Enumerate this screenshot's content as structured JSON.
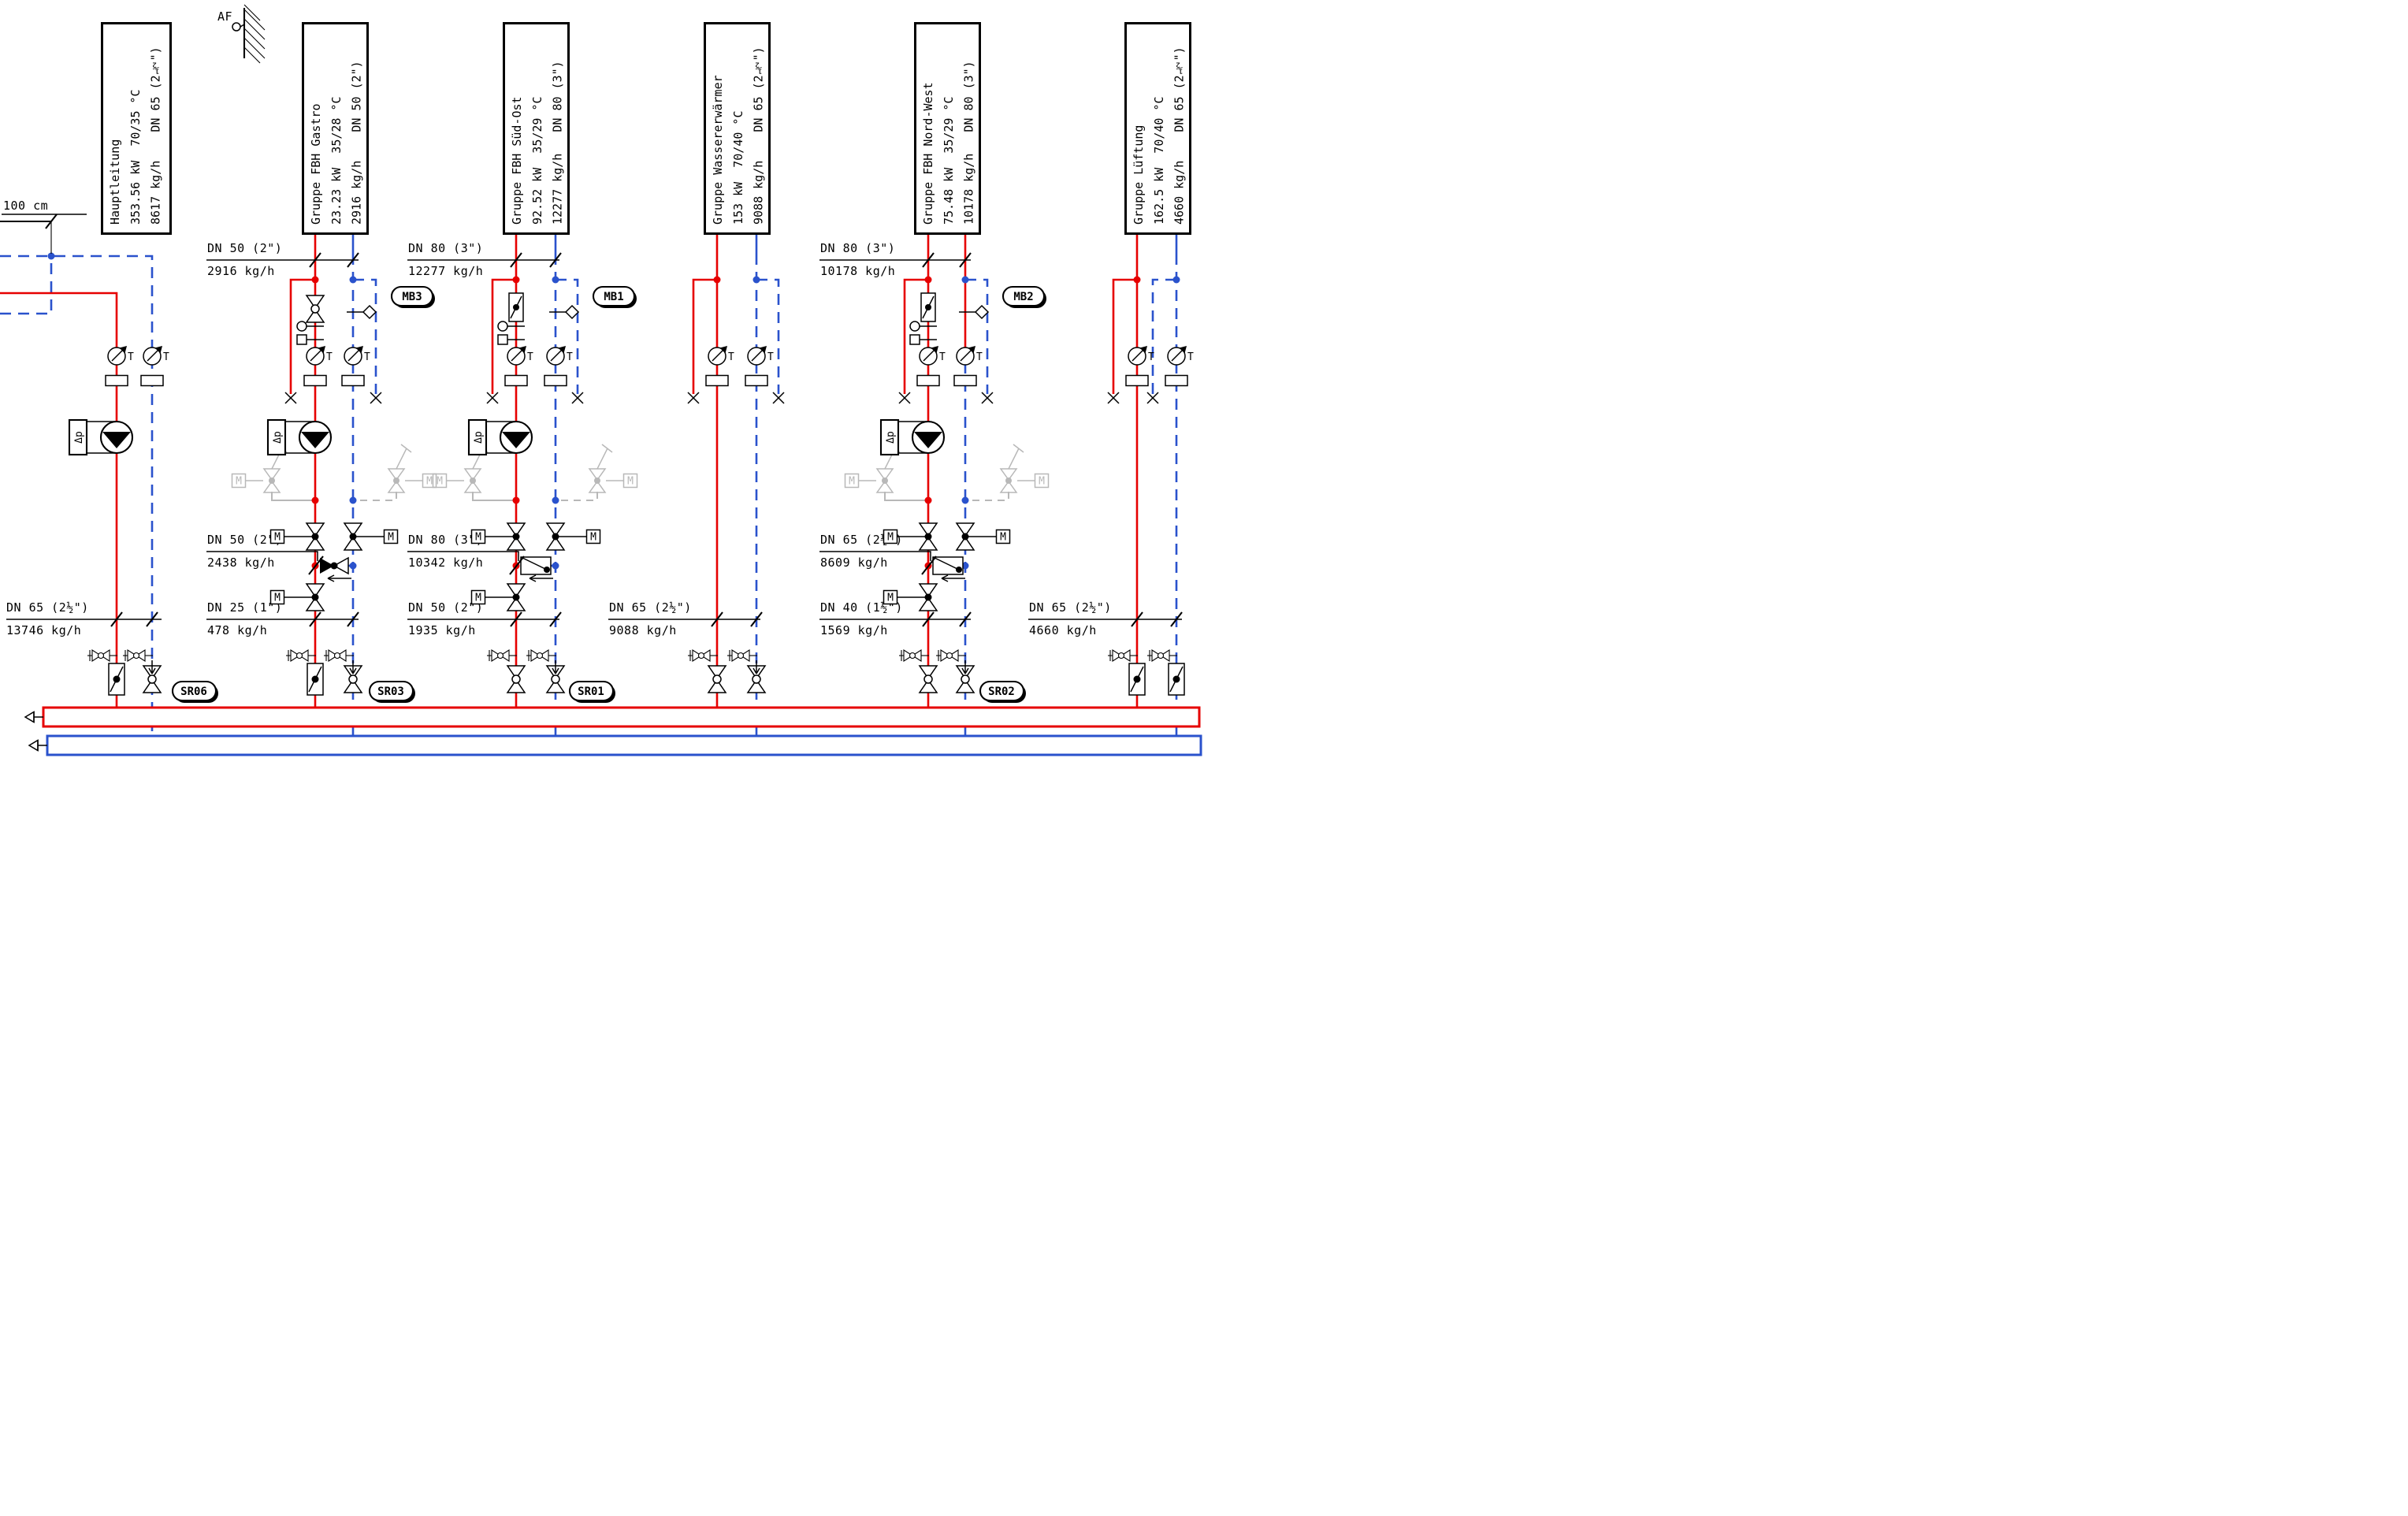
{
  "diagram": {
    "title_boxes": [
      {
        "name": "Hauptleitung",
        "specs": "353.56 kW  70/35 °C",
        "flow_dn": "8617 kg/h    DN 65 (2½\")"
      },
      {
        "name": "Gruppe FBH Gastro",
        "specs": "23.23 kW  35/28 °C",
        "flow_dn": "2916 kg/h    DN 50 (2\")"
      },
      {
        "name": "Gruppe FBH Süd-Ost",
        "specs": "92.52 kW  35/29 °C",
        "flow_dn": "12277 kg/h   DN 80 (3\")"
      },
      {
        "name": "Gruppe Wassererwärmer",
        "specs": "153 kW  70/40 °C",
        "flow_dn": "9088 kg/h    DN 65 (2½\")"
      },
      {
        "name": "Gruppe FBH Nord-West",
        "specs": "75.48 kW  35/29 °C",
        "flow_dn": "10178 kg/h   DN 80 (3\")"
      },
      {
        "name": "Gruppe Lüftung",
        "specs": "162.5 kW  70/40 °C",
        "flow_dn": "4660 kg/h    DN 65 (2½\")"
      }
    ],
    "pipe_labels": [
      {
        "size": "DN 50 (2\")",
        "flow": "2916 kg/h"
      },
      {
        "size": "DN 80 (3\")",
        "flow": "12277 kg/h"
      },
      {
        "size": "DN 80 (3\")",
        "flow": "10178 kg/h"
      },
      {
        "size": "DN 50 (2\")",
        "flow": "2438 kg/h"
      },
      {
        "size": "DN 80 (3\")",
        "flow": "10342 kg/h"
      },
      {
        "size": "DN 65 (2½\")",
        "flow": "8609 kg/h"
      },
      {
        "size": "DN 65 (2½\")",
        "flow": "13746 kg/h"
      },
      {
        "size": "DN 25 (1\")",
        "flow": "478 kg/h"
      },
      {
        "size": "DN 50 (2\")",
        "flow": "1935 kg/h"
      },
      {
        "size": "DN 65 (2½\")",
        "flow": "9088 kg/h"
      },
      {
        "size": "DN 40 (1½\")",
        "flow": "1569 kg/h"
      },
      {
        "size": "DN 65 (2½\")",
        "flow": "4660 kg/h"
      }
    ],
    "tags": {
      "mb3": "MB3",
      "mb1": "MB1",
      "mb2": "MB2",
      "sr06": "SR06",
      "sr03": "SR03",
      "sr01": "SR01",
      "sr02": "SR02"
    },
    "symbols": {
      "thermometer": "T",
      "motor": "M",
      "dp": "Δp"
    },
    "misc": {
      "af": "AF",
      "dim_100cm": "100 cm"
    },
    "colors": {
      "supply": "#e60000",
      "return": "#2a52cc",
      "ghost": "#b8b8b8"
    }
  }
}
